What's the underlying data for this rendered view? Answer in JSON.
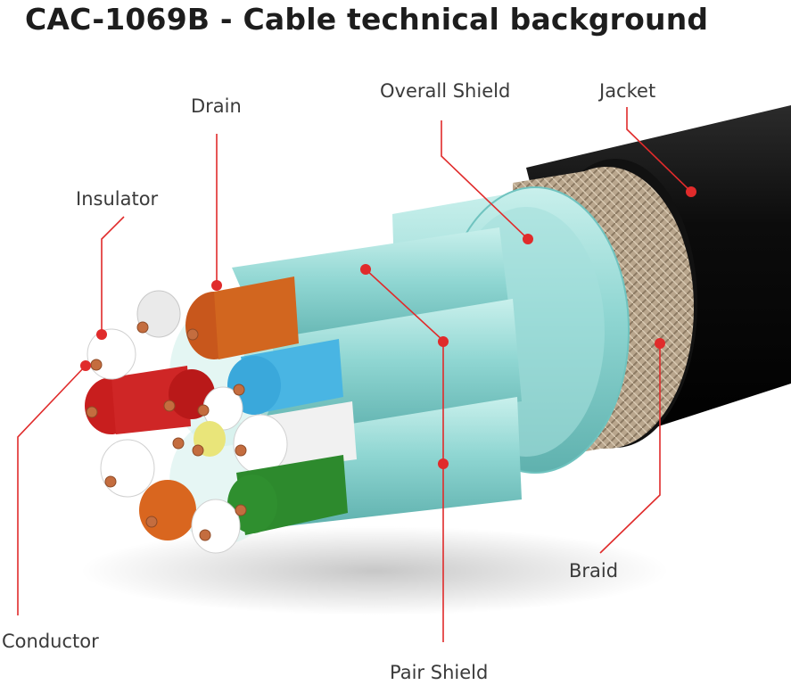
{
  "title": "CAC-1069B - Cable technical background",
  "accent_color": "#e02b2b",
  "labels": {
    "drain": "Drain",
    "overall_shield": "Overall Shield",
    "jacket": "Jacket",
    "insulator": "Insulator",
    "conductor": "Conductor",
    "pair_shield": "Pair Shield",
    "braid": "Braid"
  }
}
